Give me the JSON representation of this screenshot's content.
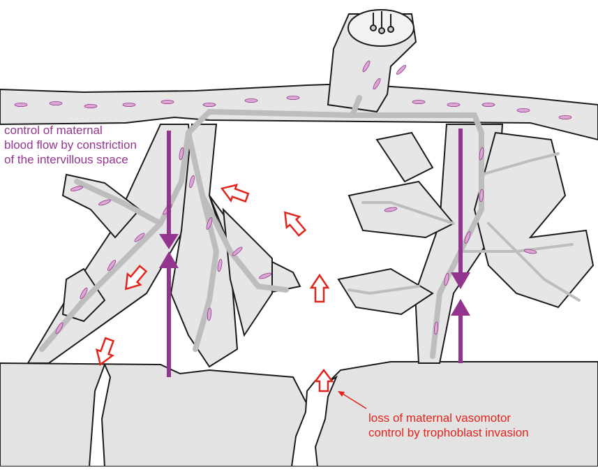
{
  "annotations": {
    "maternal_control": {
      "lines": [
        "control of maternal",
        "blood flow by constriction",
        "of the intervillous space"
      ],
      "color": "#93358f"
    },
    "vasomotor_loss": {
      "lines": [
        "loss of maternal vasomotor",
        "control by trophoblast invasion"
      ],
      "color": "#e2231a"
    }
  },
  "colors": {
    "villus_fill": "#e6e6e6",
    "decidua_fill": "#e3e3e3",
    "vessel": "#bdbdbd",
    "cell_fill": "#dca7d3",
    "cell_stroke": "#93358f",
    "outline": "#1a1a1a",
    "flow_arrow": "#e2231a",
    "constriction_arrow": "#93358f"
  }
}
